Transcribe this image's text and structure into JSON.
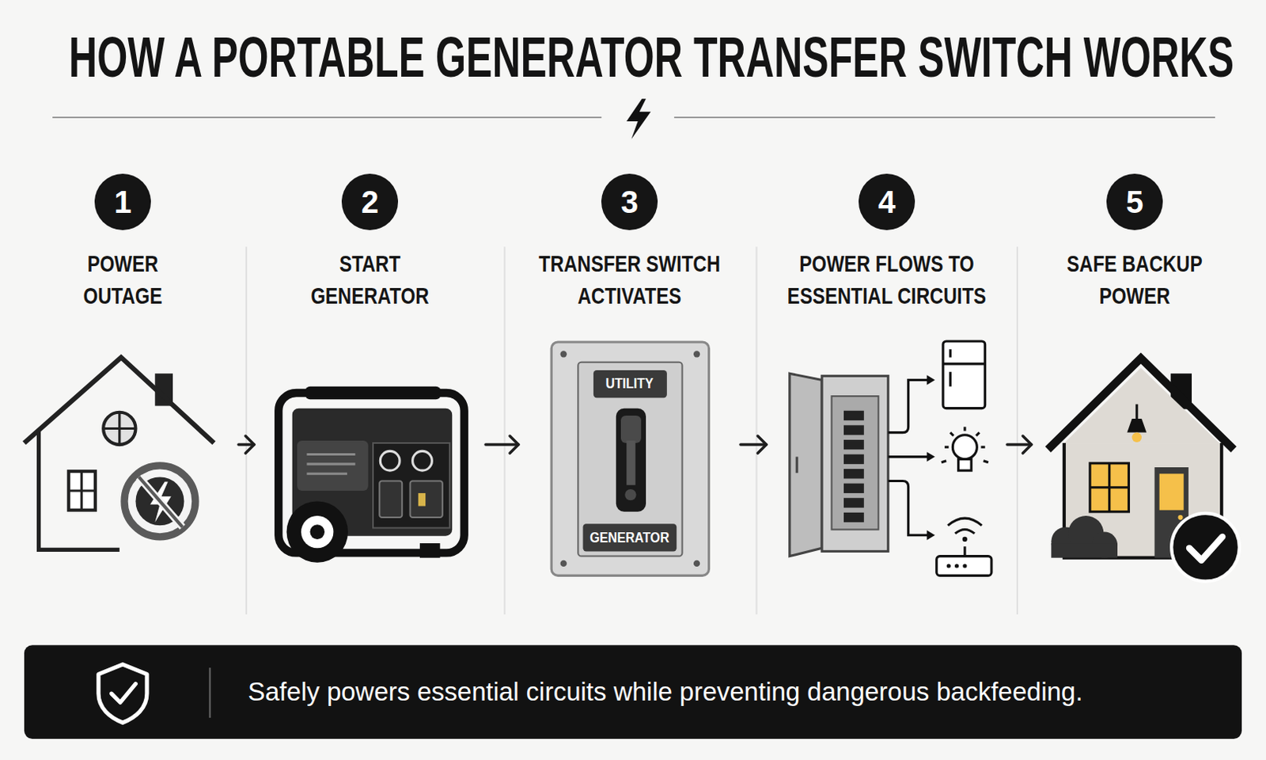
{
  "diagram": {
    "title": "HOW A PORTABLE GENERATOR TRANSFER SWITCH WORKS",
    "nodes": [
      {
        "text": [
          "1",
          "POWER OUTAGE"
        ]
      },
      {
        "text": [
          "2",
          "START GENERATOR"
        ]
      },
      {
        "text": [
          "3",
          "TRANSFER SWITCH ACTIVATES"
        ]
      },
      {
        "text": [
          "4",
          "POWER FLOWS TO ESSENTIAL CIRCUITS"
        ]
      },
      {
        "text": [
          "5",
          "SAFE BACKUP POWER"
        ]
      },
      {
        "text": [
          "Safely powers essential circuits while preventing dangerous backfeeding."
        ]
      }
    ],
    "edges": [
      {
        "from": 0,
        "to": 1,
        "arrow": "to"
      },
      {
        "from": 1,
        "to": 2,
        "arrow": "to"
      },
      {
        "from": 2,
        "to": 3,
        "arrow": "to"
      },
      {
        "from": 3,
        "to": 4,
        "arrow": "to"
      }
    ],
    "labels": [
      "UTILITY",
      "GENERATOR"
    ]
  }
}
